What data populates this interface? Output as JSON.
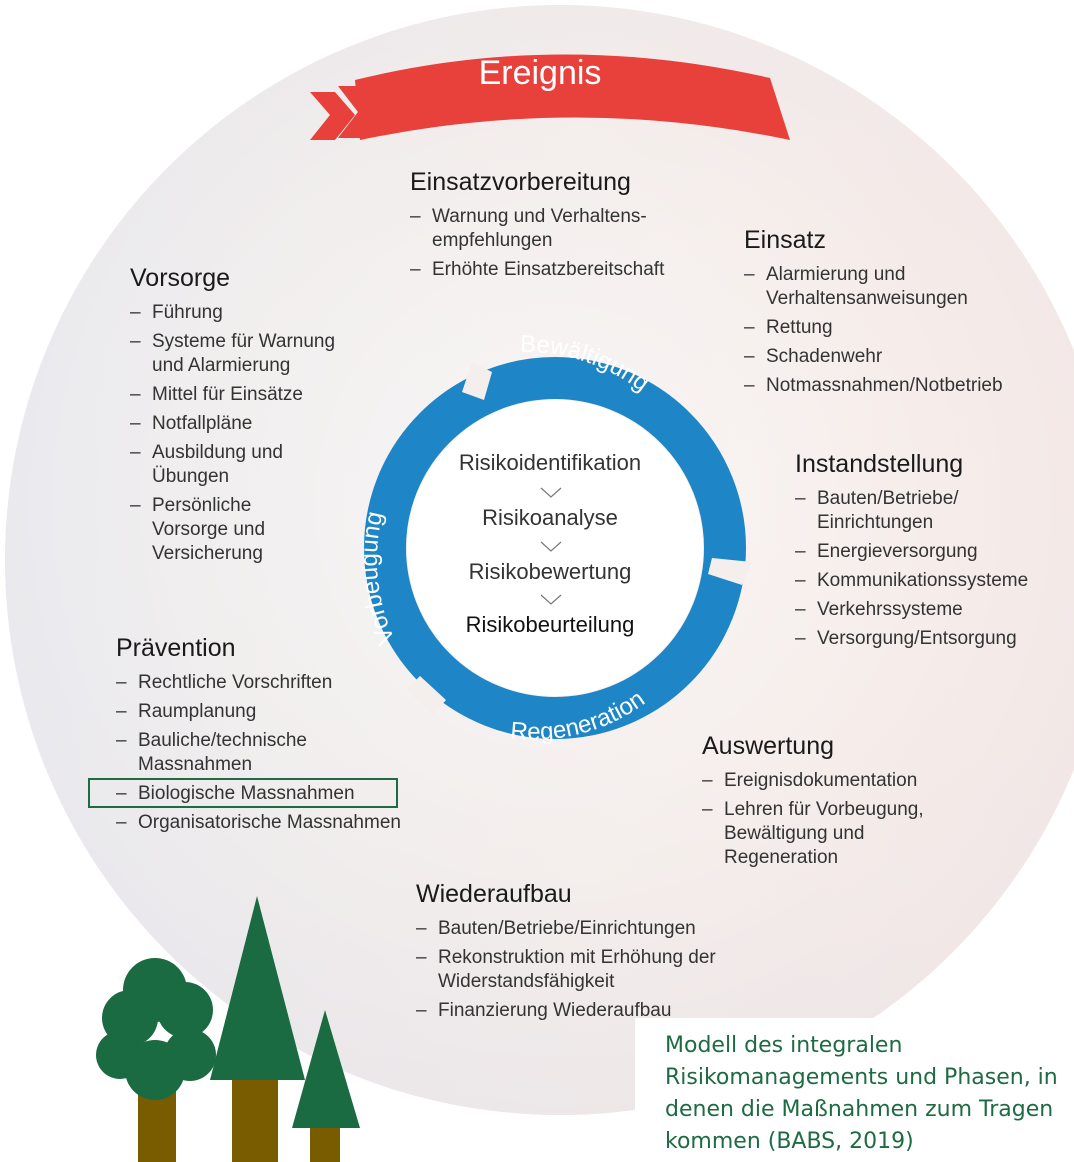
{
  "banner": {
    "label": "Ereignis",
    "color": "#e8403a"
  },
  "cycle": {
    "color": "#1e85c7",
    "arc_labels": {
      "top": "Bewältigung",
      "bottom": "Regeneration",
      "left": "Vorbeugung"
    },
    "steps": [
      "Risikoidentifikation",
      "Risikoanalyse",
      "Risikobewertung",
      "Risikobeurteilung"
    ]
  },
  "phases": {
    "einsatzvorbereitung": {
      "title": "Einsatzvorbereitung",
      "items": [
        "Warnung und Verhaltens-\nempfehlungen",
        "Erhöhte Einsatzbereitschaft"
      ]
    },
    "einsatz": {
      "title": "Einsatz",
      "items": [
        "Alarmierung und Verhaltensanweisungen",
        "Rettung",
        "Schadenwehr",
        "Notmassnahmen/Notbetrieb"
      ]
    },
    "vorsorge": {
      "title": "Vorsorge",
      "items": [
        "Führung",
        "Systeme für Warnung und Alarmierung",
        "Mittel für Einsätze",
        "Notfallpläne",
        "Ausbildung und Übungen",
        "Persönliche Vorsorge und Versicherung"
      ]
    },
    "instandstellung": {
      "title": "Instandstellung",
      "items": [
        "Bauten/Betriebe/ Einrichtungen",
        "Energieversorgung",
        "Kommunikationssysteme",
        "Verkehrssysteme",
        "Versorgung/Entsorgung"
      ]
    },
    "praevention": {
      "title": "Prävention",
      "items": [
        "Rechtliche Vorschriften",
        "Raumplanung",
        "Bauliche/technische Massnahmen",
        "Biologische Massnahmen",
        "Organisatorische Massnahmen"
      ]
    },
    "auswertung": {
      "title": "Auswertung",
      "items": [
        "Ereignisdokumentation",
        "Lehren für Vorbeugung, Bewältigung und Regeneration"
      ]
    },
    "wiederaufbau": {
      "title": "Wiederaufbau",
      "items": [
        "Bauten/Betriebe/Einrichtungen",
        "Rekonstruktion mit Erhöhung der Widerstandsfähigkeit",
        "Finanzierung Wiederaufbau"
      ]
    }
  },
  "caption": "Modell des integralen Risikomanagements und Phasen, in denen die Maßnahmen zum Tragen kommen (BABS, 2019)",
  "colors": {
    "tree_green": "#1b6b42",
    "trunk": "#7a5c00",
    "highlight": "#1e6b43"
  }
}
